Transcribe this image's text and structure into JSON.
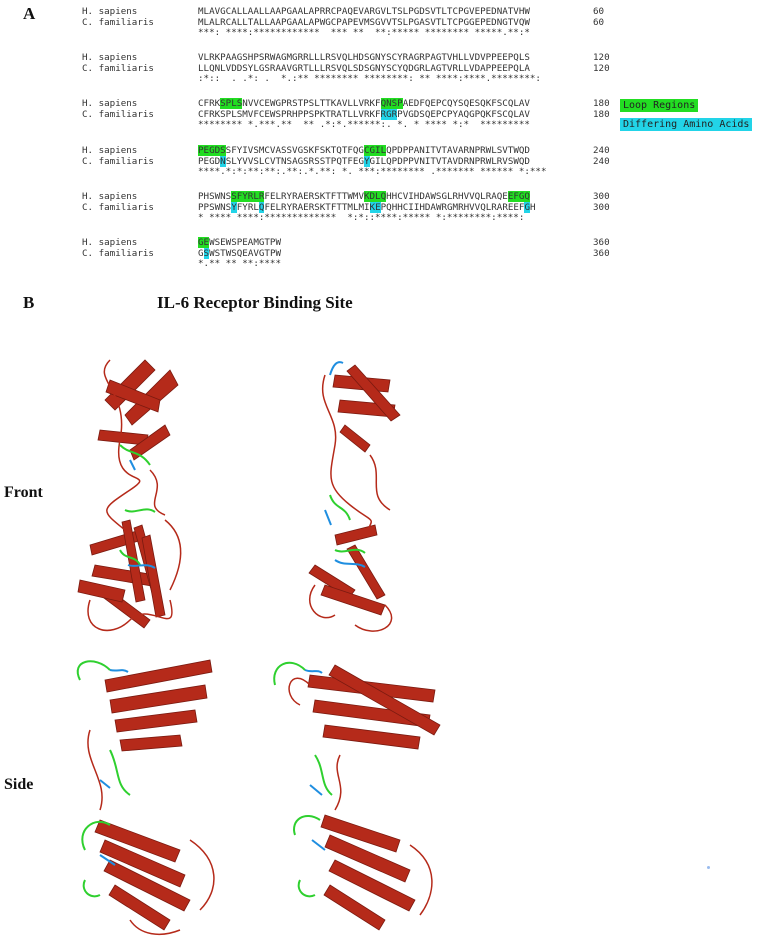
{
  "panels": {
    "a": "A",
    "b": "B"
  },
  "alignment": {
    "blocks": [
      {
        "human_seq": "MLAVGCALLAALLAAPGAALAPRRCPAQEVARGVLTSLPGDSVTLTCPGVEPEDNATVHW",
        "human_num": "60",
        "dog_seq": "MLALRCALLTALLAAPGAALAPWGCPAPEVMSGVVTSLPGASVTLTCPGGEPEDNGTVQW",
        "dog_num": "60",
        "cons": "***: ****:************  *** **  **:***** ******** *****.**:*"
      },
      {
        "human_seq": "VLRKPAAGSHPSRWAGMGRRLLLRSVQLHDSGNYSCYRAGRPAGTVHLLVDVPPEEPQLS",
        "human_num": "120",
        "dog_seq": "LLQNLVDDSYLGSRAAVGRTLLLRSVQLSDSGNYSCYQDGRLAGTVRLLVDAPPEEPQLA",
        "dog_num": "120",
        "cons": ":*::  . .*: .  *.:** ******** ********: ** ****:****.********:"
      },
      {
        "human_seq": "CFRKSPLSNVVCEWGPRSTPSLTTKAVLLVRKFQNSPAEDFQEPCQYSQESQKFSCQLAV",
        "human_num": "180",
        "dog_seq": "CFRKSPLSMVFCEWSPRHPPSPKTRATLLVRKFRGRPVGDSQEPCPYAQGPQKFSCQLAV",
        "dog_num": "180",
        "cons": "******** *.***.**  ** .*:*.******:. *. * **** *:*  *********"
      },
      {
        "human_seq": "PEGDSSFYIVSMCVASSVGSKFSKTQTFQGCGILQPDPPANITVTAVARNPRWLSVTWQD",
        "human_num": "240",
        "dog_seq": "PEGDNSLYVVSLCVTNSAGSRSSTPQTFEGYGILQPDPPVNITVTAVDRNPRWLRVSWQD",
        "dog_num": "240",
        "cons": "****.*:*:**:**:.**:.*.**: *. ***:******** .******* ****** *:***"
      },
      {
        "human_seq": "PHSWNSSFYRLRFELRYRAERSKTFTTWMVKDLQHHCVIHDAWSGLRHVVQLRAQEEFGQ",
        "human_num": "300",
        "dog_seq": "PPSWNSYFYRLQFELRYRAERSKTFTTMLMIKEPQHHCIIHDAWRGMRHVVQLRAREEFGH",
        "dog_num": "300",
        "cons": "* **** ****:*************  *:*::****:***** *:********:****:"
      },
      {
        "human_seq": "GEWSEWSPEAMGTPW",
        "human_num": "360",
        "dog_seq": "GSWSTWSQEAVGTPW",
        "dog_num": "360",
        "cons": "*.** ** **:****"
      }
    ],
    "species": {
      "human": "H. sapiens",
      "dog": "C. familiaris"
    }
  },
  "legend": {
    "loop": "Loop Regions",
    "differing": "Differing Amino Acids"
  },
  "colors": {
    "loop": "#22dd22",
    "differing": "#22d4e8",
    "ribbon": "#b52a1a",
    "ribbon_dark": "#7a1a10",
    "loop_line": "#2fd02f",
    "diff_line": "#1f8ee0"
  },
  "panel_b": {
    "title": "IL-6 Receptor Binding Site",
    "views": [
      "Front",
      "Side"
    ]
  }
}
